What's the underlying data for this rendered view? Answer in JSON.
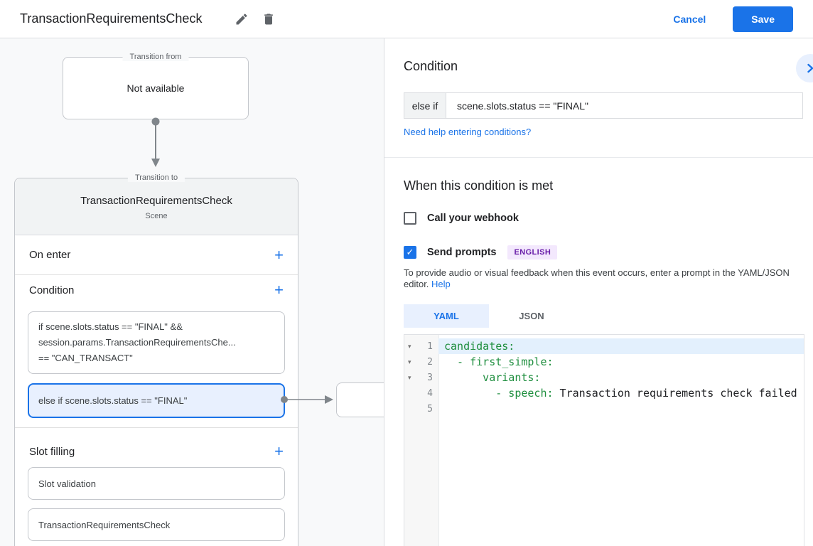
{
  "colors": {
    "accent_blue": "#1a73e8",
    "selection_blue_bg": "#e8f0fe",
    "badge_purple_bg": "#f3e8fd",
    "badge_purple_text": "#681da8",
    "code_green": "#1e8e3e",
    "canvas_bg": "#f8f9fa"
  },
  "icons": {
    "edit": "pencil",
    "delete": "trash",
    "collapse": "chevron-right",
    "add": "+",
    "check": "✓",
    "fold": "▾"
  },
  "header": {
    "title": "TransactionRequirementsCheck",
    "cancel_label": "Cancel",
    "save_label": "Save"
  },
  "canvas": {
    "transition_from": {
      "legend": "Transition from",
      "content": "Not available"
    },
    "scene_card": {
      "legend": "Transition to",
      "title": "TransactionRequirementsCheck",
      "subtitle": "Scene",
      "on_enter_label": "On enter",
      "condition": {
        "label": "Condition",
        "items": [
          {
            "lines": [
              "if scene.slots.status == \"FINAL\" &&",
              "session.params.TransactionRequirementsChe...",
              "== \"CAN_TRANSACT\""
            ]
          },
          {
            "lines": [
              "else if scene.slots.status == \"FINAL\""
            ]
          }
        ]
      },
      "slot_filling": {
        "label": "Slot filling",
        "items": [
          "Slot validation",
          "TransactionRequirementsCheck"
        ]
      }
    }
  },
  "panel": {
    "title": "Condition",
    "condition_row": {
      "prefix": "else if",
      "value": "scene.slots.status == \"FINAL\""
    },
    "help_link": "Need help entering conditions?",
    "when_met": {
      "title": "When this condition is met",
      "webhook_label": "Call your webhook",
      "prompts_label": "Send prompts",
      "language_badge": "ENGLISH",
      "description": "To provide audio or visual feedback when this event occurs, enter a prompt in the YAML/JSON editor.",
      "description_link": "Help"
    },
    "editor": {
      "tabs": {
        "yaml": "YAML",
        "json": "JSON"
      },
      "gutter": [
        "1",
        "2",
        "3",
        "4",
        "5"
      ],
      "lines": {
        "l1": "candidates:",
        "l2": "  - first_simple:",
        "l3": "      variants:",
        "l4_key": "        - speech:",
        "l4_val": " Transaction requirements check failed"
      }
    }
  }
}
